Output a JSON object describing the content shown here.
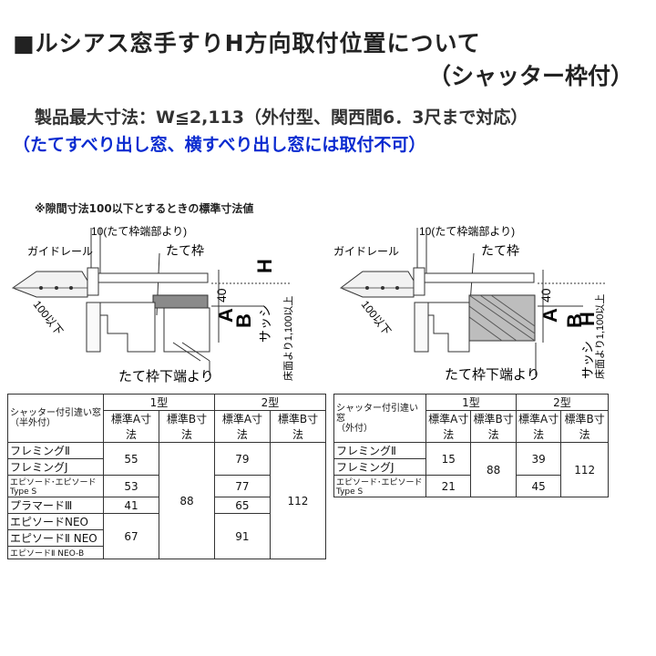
{
  "header": {
    "title_line1": "■ルシアス窓手すりH方向取付位置について",
    "title_line2": "（シャッター枠付）",
    "spec": "製品最大寸法：W≦2,113（外付型、関西間6．3尺まで対応）",
    "warning": "（たてすべり出し窓、横すべり出し窓には取付不可）",
    "note": "※隙間寸法100以下とするときの標準寸法値"
  },
  "diagram_left": {
    "dim_top": "10(たて枠端部より)",
    "guide_rail": "ガイドレール",
    "frame": "たて枠",
    "dim_40": "40",
    "label_A": "A",
    "label_B": "B",
    "sash": "サッシ",
    "label_H": "H",
    "dim_1100": "床面より1,100以上",
    "dim_100": "100以下",
    "frame_bottom": "たて枠下端より"
  },
  "diagram_right": {
    "dim_top": "10(たて枠端部より)",
    "guide_rail": "ガイドレール",
    "frame": "たて枠",
    "dim_40": "40",
    "label_A": "A",
    "label_B": "B",
    "sash": "サッシ",
    "label_H": "H",
    "dim_1100": "床面より1,100以上",
    "dim_100": "100以下",
    "frame_bottom": "たて枠下端より"
  },
  "table_left": {
    "header_col": [
      "シャッター付引違い窓",
      "（半外付）"
    ],
    "type1": "1型",
    "type2": "2型",
    "col_a": "標準A寸法",
    "col_b": "標準B寸法",
    "rows": [
      {
        "name": "フレミングⅡ",
        "a1": "55",
        "a2": "79"
      },
      {
        "name": "フレミングJ",
        "a1": "",
        "a2": ""
      },
      {
        "name": "エピソード･エピソードType S",
        "a1": "53",
        "a2": "77"
      },
      {
        "name": "プラマードⅢ",
        "a1": "41",
        "a2": "65"
      },
      {
        "name": "エピソードNEO",
        "a1": "67",
        "a2": "91"
      },
      {
        "name": "エピソードⅡ NEO",
        "a1": "",
        "a2": ""
      },
      {
        "name": "エピソードⅡ NEO-B",
        "a1": "",
        "a2": ""
      }
    ],
    "b1": "88",
    "b2": "112"
  },
  "table_right": {
    "header_col": [
      "シャッター付引違い窓",
      "（外付）"
    ],
    "type1": "1型",
    "type2": "2型",
    "col_a": "標準A寸法",
    "col_b": "標準B寸法",
    "rows": [
      {
        "name": "フレミングⅡ",
        "a1": "15",
        "a2": "39"
      },
      {
        "name": "フレミングJ",
        "a1": "",
        "a2": ""
      },
      {
        "name": "エピソード･エピソードType S",
        "a1": "21",
        "a2": "45"
      }
    ],
    "b1": "88",
    "b2": "112"
  }
}
